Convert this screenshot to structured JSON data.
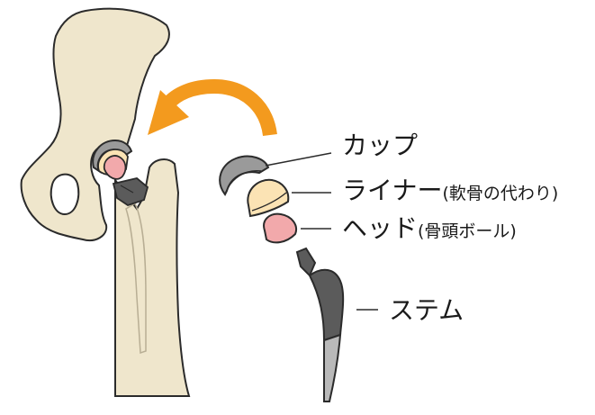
{
  "labels": {
    "cup": "カップ",
    "liner_main": "ライナー",
    "liner_sub": "(軟骨の代わり)",
    "head_main": "ヘッド",
    "head_sub": "(骨頭ボール)",
    "stem": "ステム"
  },
  "colors": {
    "bone": "#efe6cc",
    "outline": "#2b2b2b",
    "cup": "#9a9a9a",
    "liner": "#fbe3b4",
    "head": "#f2a9ab",
    "stem_dark": "#5b5b5b",
    "stem_light": "#b9b9b9",
    "arrow": "#f39a1e"
  },
  "icons": [
    "curved-arrow-icon"
  ]
}
